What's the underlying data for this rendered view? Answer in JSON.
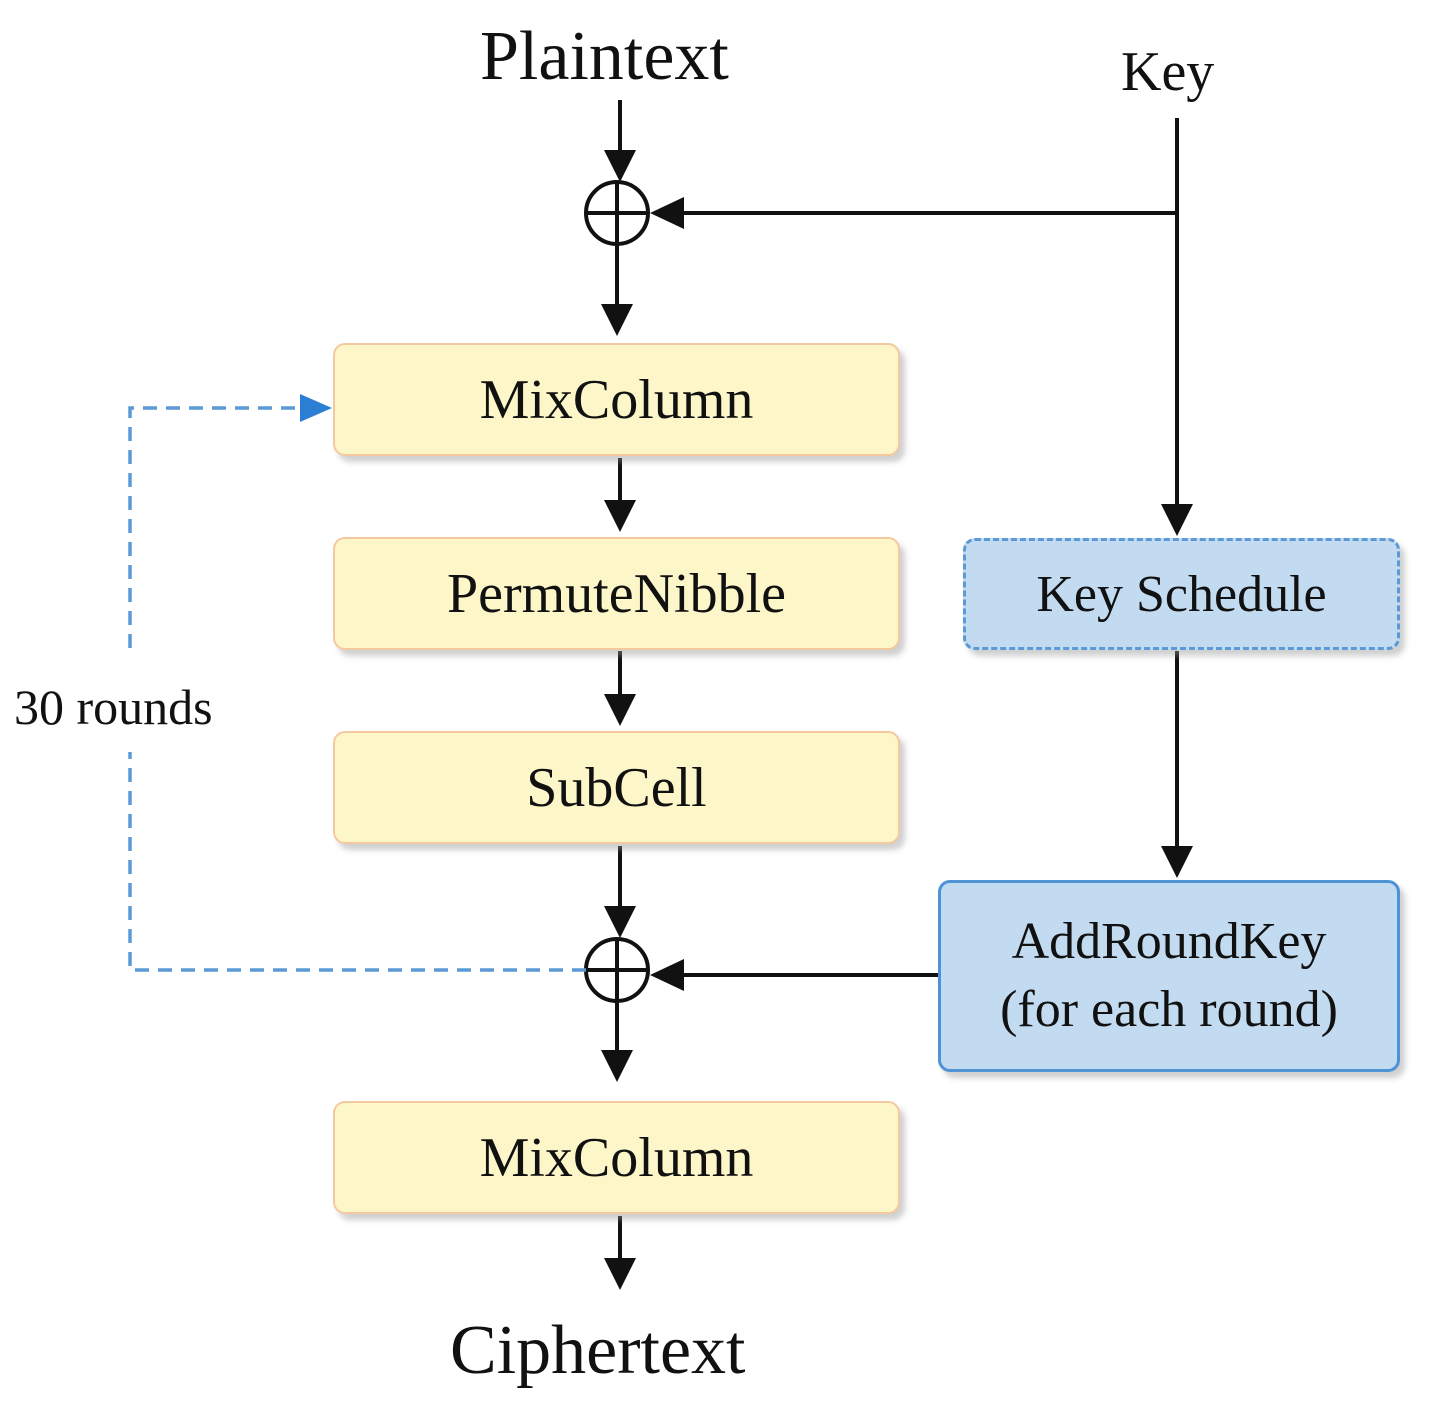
{
  "inputs": {
    "plaintext": "Plaintext",
    "key": "Key"
  },
  "output": {
    "ciphertext": "Ciphertext"
  },
  "round_steps": {
    "mix_column": "MixColumn",
    "permute_nibble": "PermuteNibble",
    "sub_cell": "SubCell"
  },
  "final_step": {
    "mix_column": "MixColumn"
  },
  "key_path": {
    "key_schedule": "Key Schedule",
    "add_round_key_line1": "AddRoundKey",
    "add_round_key_line2": "(for each round)"
  },
  "loop": {
    "label": "30 rounds"
  },
  "colors": {
    "process_fill": "#fdf6c9",
    "process_border": "#f4c9a0",
    "key_fill": "#c2dbf0",
    "key_border": "#4f93d6",
    "loop_line": "#5b9ad6",
    "line": "#111111"
  }
}
